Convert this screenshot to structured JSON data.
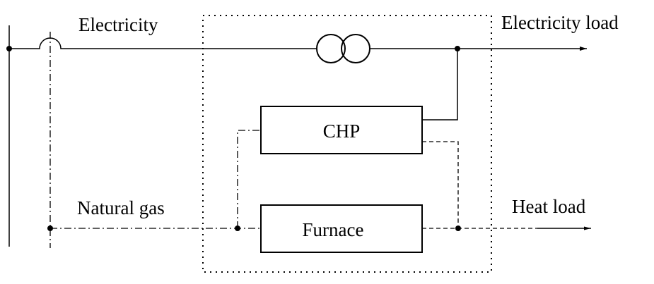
{
  "labels": {
    "electricity": "Electricity",
    "electricity_load": "Electricity load",
    "natural_gas": "Natural gas",
    "heat_load": "Heat load",
    "chp": "CHP",
    "furnace": "Furnace"
  },
  "colors": {
    "line": "#000000",
    "background": "#ffffff"
  },
  "icons": {
    "transformer": "transformer-icon"
  }
}
